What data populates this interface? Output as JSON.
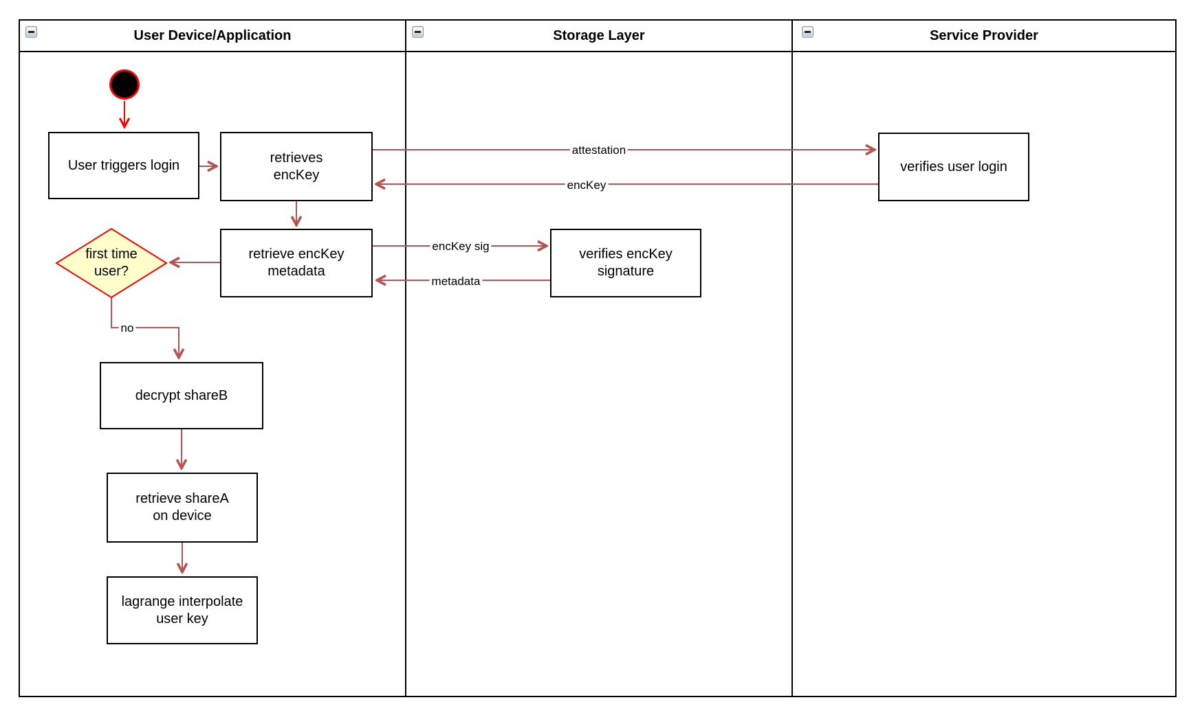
{
  "diagram": {
    "lanes": [
      {
        "title": "User Device/Application"
      },
      {
        "title": "Storage Layer"
      },
      {
        "title": "Service Provider"
      }
    ],
    "nodes": {
      "user_triggers_login": "User triggers login",
      "retrieves_enckey": "retrieves\nencKey",
      "retrieve_enckey_metadata": "retrieve encKey\nmetadata",
      "verifies_enckey_signature": "verifies encKey\nsignature",
      "verifies_user_login": "verifies user login",
      "first_time_user": "first time\nuser?",
      "decrypt_shareb": "decrypt shareB",
      "retrieve_sharea": "retrieve shareA\non device",
      "lagrange_interpolate": "lagrange interpolate\nuser key"
    },
    "edge_labels": {
      "attestation": "attestation",
      "enckey": "encKey",
      "enckey_sig": "encKey sig",
      "metadata": "metadata",
      "no": "no"
    },
    "colors": {
      "connector": "#b85450",
      "start_arrow": "#ff0000",
      "decision_fill": "#ffffcc",
      "decision_border": "#ff0000",
      "node_border": "#000000",
      "node_fill": "#ffffff",
      "lane_border": "#000000"
    }
  }
}
